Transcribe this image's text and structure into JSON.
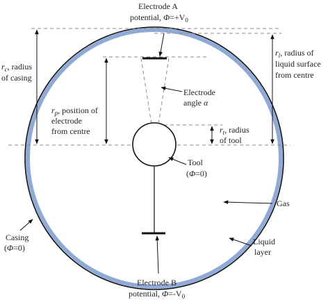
{
  "colors": {
    "liquid_layer": "#8faad6",
    "ink": "#111111",
    "guide": "#8a8a8a"
  },
  "labels": {
    "electrode_a": {
      "line1": "Electrode A",
      "line2_pre": "potential, ",
      "phi": "Φ",
      "line2_mid": "=+V",
      "sub": "0"
    },
    "electrode_b": {
      "line1": "Electrode B",
      "line2_pre": "potential, ",
      "phi": "Φ",
      "line2_mid": "=-V",
      "sub": "0"
    },
    "rc": {
      "sym": "r",
      "sub": "c",
      "line1_rest": ", radius",
      "line2": "of casing"
    },
    "rl": {
      "sym": "r",
      "sub": "l",
      "line1_rest": ", radius of",
      "line2": "liquid surface",
      "line3": "from centre"
    },
    "rp": {
      "sym": "r",
      "sub": "p",
      "line1_rest": ", position of",
      "line2": "electrode",
      "line3": "from centre"
    },
    "rt": {
      "sym": "r",
      "sub": "t",
      "line1_rest": ", radius",
      "line2": "of tool"
    },
    "angle": {
      "line1": "Electrode",
      "line2_pre": "angle ",
      "alpha": "α"
    },
    "tool": {
      "line1": "Tool",
      "line2_open": "(",
      "phi": "Φ",
      "line2_close": "=0)"
    },
    "casing": {
      "line1": "Casing",
      "line2_open": "(",
      "phi": "Φ",
      "line2_close": "=0)"
    },
    "gas": "Gas",
    "liquid": {
      "line1": "Liquid",
      "line2": "layer"
    }
  }
}
